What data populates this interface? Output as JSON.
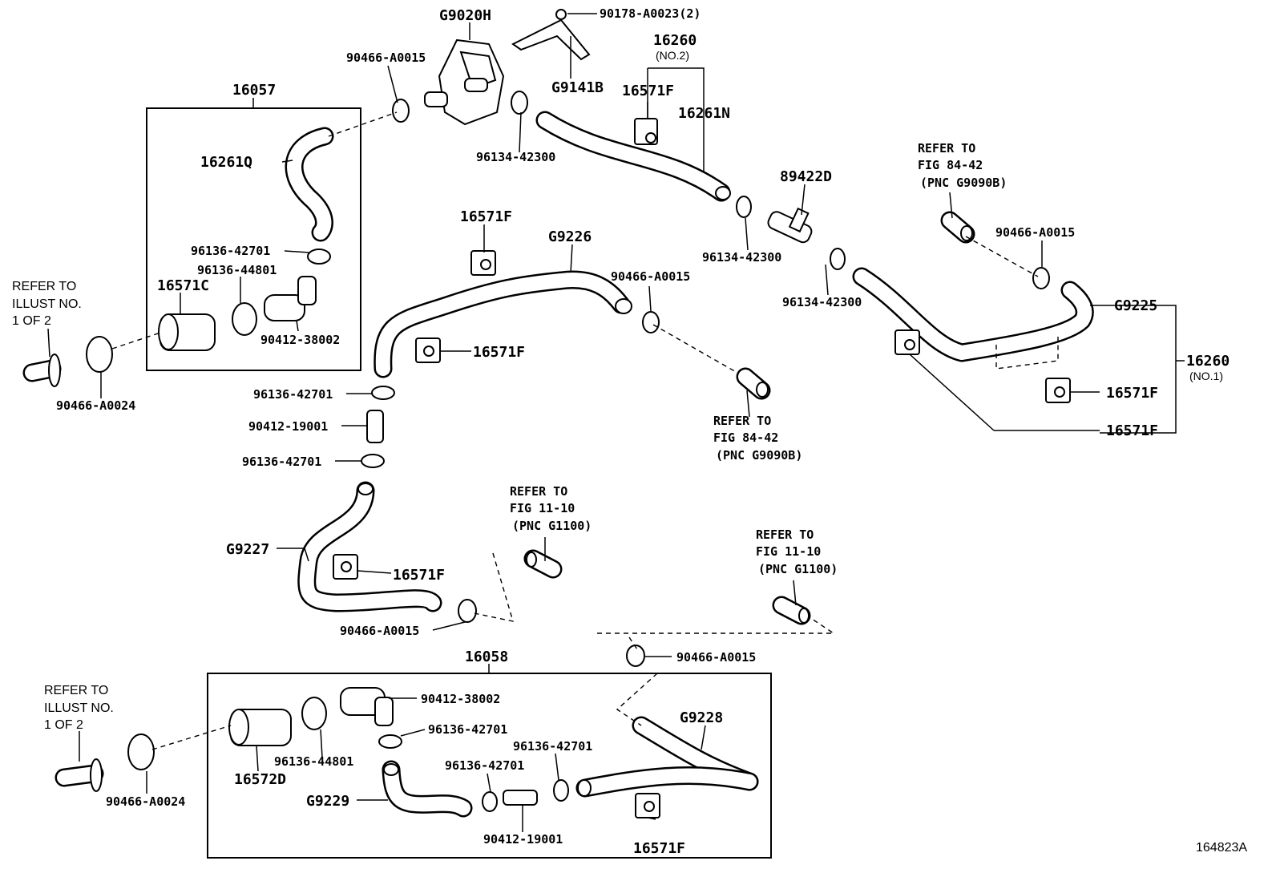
{
  "diagram_id": "164823A",
  "part_labels": {
    "g9020h": "G9020H",
    "clip_90178": "90178-A0023(2)",
    "g9141b": "G9141B",
    "asm_16260_no2": "16260",
    "no2": "(NO.2)",
    "clamp_90466_top": "90466-A0015",
    "box_16057": "16057",
    "v16571f_top": "16571F",
    "h16261n": "16261N",
    "h16261q": "16261Q",
    "c96134_a": "96134-42300",
    "s89422d": "89422D",
    "v16571f_mid": "16571F",
    "g9226": "G9226",
    "c96136_a": "96136-42701",
    "c96136_44801_a": "96136-44801",
    "h16571c": "16571C",
    "c90412_38002_a": "90412-38002",
    "c90466_mid": "90466-A0015",
    "c96134_b": "96134-42300",
    "c96134_c": "96134-42300",
    "clamp_90466_right": "90466-A0015",
    "g9225": "G9225",
    "asm_16260_no1": "16260",
    "no1": "(NO.1)",
    "v16571f_bracket": "16571F",
    "v16571f_r1": "16571F",
    "v16571f_r2": "16571F",
    "c90466_a0024_a": "90466-A0024",
    "c96136_b": "96136-42701",
    "c90412_19001_a": "90412-19001",
    "c96136_c": "96136-42701",
    "g9227": "G9227",
    "v16571f_low": "16571F",
    "c90466_low": "90466-A0015",
    "box_16058": "16058",
    "c90466_bot": "90466-A0015",
    "c90412_38002_b": "90412-38002",
    "c96136_d": "96136-42701",
    "g9228": "G9228",
    "c96136_44801_b": "96136-44801",
    "h16572d": "16572D",
    "c96136_e": "96136-42701",
    "c96136_f": "96136-42701",
    "g9229": "G9229",
    "c90412_19001_b": "90412-19001",
    "c90466_a0024_b": "90466-A0024",
    "v16571f_bot": "16571F"
  },
  "references": {
    "illust_left_top": [
      "REFER TO",
      "ILLUST NO.",
      "1 OF 2"
    ],
    "illust_left_bot": [
      "REFER TO",
      "ILLUST NO.",
      "1 OF 2"
    ],
    "fig_84_42_top": [
      "REFER TO",
      "FIG 84-42",
      "(PNC G9090B)"
    ],
    "fig_84_42_mid": [
      "REFER TO",
      "FIG 84-42",
      "(PNC G9090B)"
    ],
    "fig_11_10_a": [
      "REFER TO",
      "FIG 11-10",
      "(PNC G1100)"
    ],
    "fig_11_10_b": [
      "REFER TO",
      "FIG 11-10",
      "(PNC G1100)"
    ]
  },
  "colors": {
    "ink": "#000000",
    "paper": "#ffffff"
  }
}
